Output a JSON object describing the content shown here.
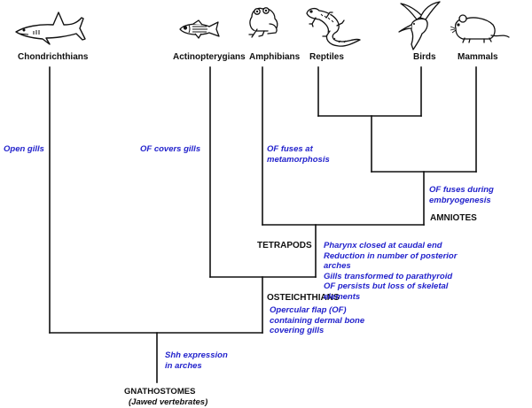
{
  "taxa": {
    "chondrichthians": "Chondrichthians",
    "actinopterygians": "Actinopterygians",
    "amphibians": "Amphibians",
    "reptiles": "Reptiles",
    "birds": "Birds",
    "mammals": "Mammals"
  },
  "clades": {
    "amniotes": "AMNIOTES",
    "tetrapods": "TETRAPODS",
    "osteichthians": "OSTEICHTHIANS",
    "gnathostomes": "GNATHOSTOMES",
    "gnathostomes_sub": "(Jawed vertebrates)"
  },
  "traits": {
    "chondrichthians": [
      "Open gills"
    ],
    "actinopterygians": [
      "OF covers gills"
    ],
    "amphibians": [
      "OF fuses at",
      "metamorphosis"
    ],
    "amniotes": [
      "OF fuses during",
      "embryogenesis"
    ],
    "tetrapods": [
      "Pharynx closed at caudal end",
      "Reduction in number of posterior",
      "arches",
      "Gills transformed to parathyroid",
      "OF persists but loss of skeletal",
      "elements"
    ],
    "osteichthians": [
      "Opercular flap (OF)",
      "containing dermal bone",
      "covering gills"
    ],
    "gnathostomes": [
      "Shh expression",
      "in arches"
    ]
  },
  "icons": [
    "shark-icon",
    "fish-icon",
    "frog-icon",
    "lizard-icon",
    "hummingbird-icon",
    "mouse-icon"
  ],
  "colors": {
    "trait_text": "#2222cc",
    "branch": "#111111"
  }
}
